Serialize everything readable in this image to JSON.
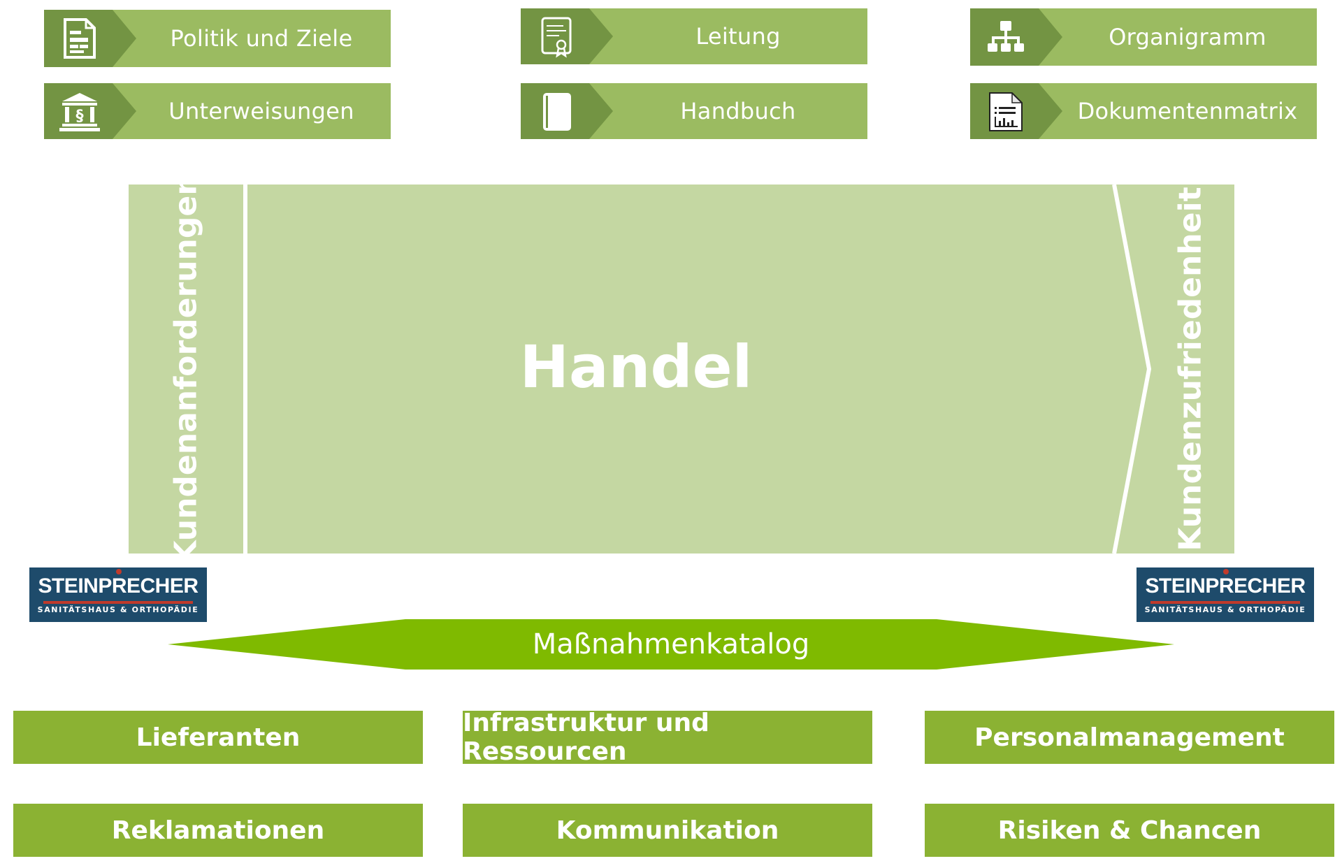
{
  "top_nav": [
    {
      "label": "Politik und Ziele",
      "icon": "document-list-icon"
    },
    {
      "label": "Leitung",
      "icon": "certificate-icon"
    },
    {
      "label": "Organigramm",
      "icon": "org-chart-icon"
    },
    {
      "label": "Unterweisungen",
      "icon": "law-building-icon"
    },
    {
      "label": "Handbuch",
      "icon": "book-icon"
    },
    {
      "label": "Dokumentenmatrix",
      "icon": "report-document-icon"
    }
  ],
  "process": {
    "left_label": "Kundenanforderungen",
    "title": "Handel",
    "right_label": "Kundenzufriedenheit"
  },
  "logo": {
    "main": "STEINPRECHER",
    "sub": "SANITÄTSHAUS & ORTHOPÄDIE"
  },
  "banner": {
    "label": "Maßnahmenkatalog"
  },
  "support": [
    {
      "label": "Lieferanten"
    },
    {
      "label": "Infrastruktur und Ressourcen"
    },
    {
      "label": "Personalmanagement"
    },
    {
      "label": "Reklamationen"
    },
    {
      "label": "Kommunikation"
    },
    {
      "label": "Risiken & Chancen"
    }
  ],
  "colors": {
    "nav_icon_bg": "#739443",
    "nav_label_bg": "#9bbb61",
    "process_bg": "#c4d7a2",
    "banner": "#7fba00",
    "support_bg": "#8bb233",
    "logo_bg": "#1e4b6b"
  }
}
